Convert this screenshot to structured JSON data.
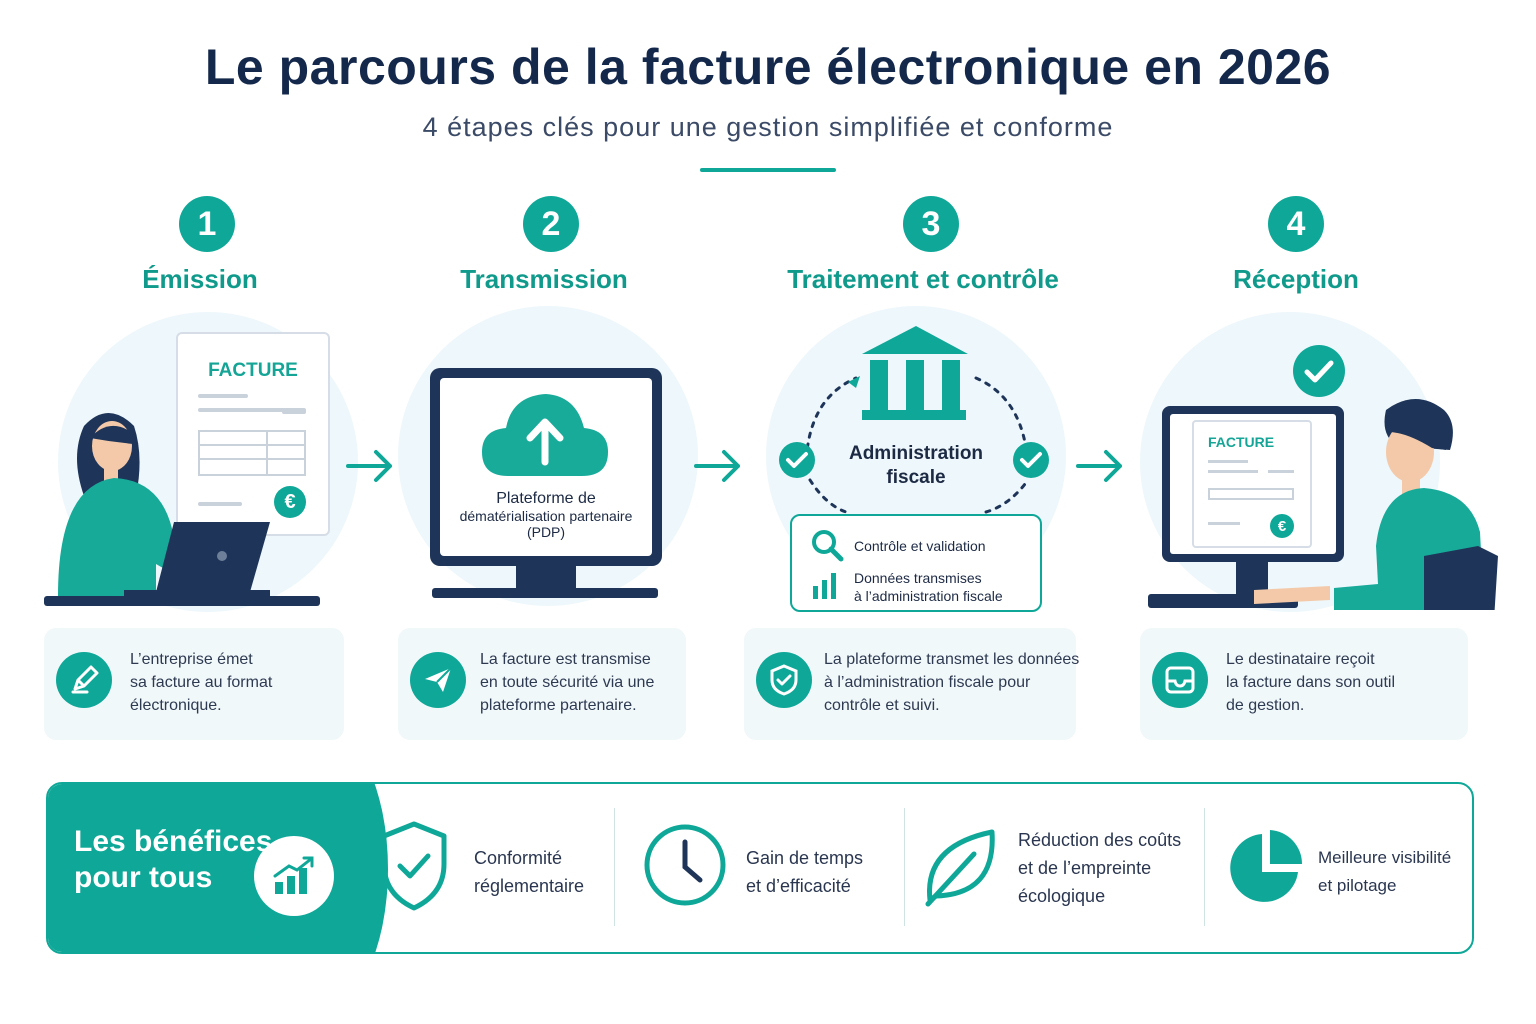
{
  "header": {
    "title": "Le parcours de la facture électronique en 2026",
    "subtitle": "4 étapes clés pour une gestion simplifiée et conforme"
  },
  "steps": [
    {
      "number": "1",
      "title": "Émission",
      "illustration": {
        "doc_title": "FACTURE",
        "currency_badge": "€"
      },
      "desc": [
        "L’entreprise émet",
        "sa facture au format",
        "électronique."
      ],
      "desc_icon": "pencil-icon"
    },
    {
      "number": "2",
      "title": "Transmission",
      "illustration": {
        "screen_lines": [
          "Plateforme de",
          "dématérialisation partenaire",
          "(PDP)"
        ]
      },
      "desc": [
        "La facture est transmise",
        "en toute sécurité via une",
        "plateforme partenaire."
      ],
      "desc_icon": "paper-plane-icon"
    },
    {
      "number": "3",
      "title": "Traitement et contrôle",
      "illustration": {
        "label_lines": [
          "Administration",
          "fiscale"
        ],
        "box_items": [
          "Contrôle et validation",
          "Données transmises",
          "à l’administration fiscale"
        ]
      },
      "desc": [
        "La plateforme transmet les données",
        "à l’administration fiscale pour",
        "contrôle et suivi."
      ],
      "desc_icon": "shield-check-icon"
    },
    {
      "number": "4",
      "title": "Réception",
      "illustration": {
        "doc_title": "FACTURE",
        "currency_badge": "€"
      },
      "desc": [
        "Le destinataire reçoit",
        "la facture dans son outil",
        "de gestion."
      ],
      "desc_icon": "inbox-icon"
    }
  ],
  "benefits": {
    "title_lines": [
      "Les bénéfices",
      "pour tous"
    ],
    "items": [
      {
        "icon": "shield-check-icon",
        "lines": [
          "Conformité",
          "réglementaire"
        ]
      },
      {
        "icon": "clock-icon",
        "lines": [
          "Gain de temps",
          "et d’efficacité"
        ]
      },
      {
        "icon": "leaf-icon",
        "lines": [
          "Réduction des coûts",
          "et de l’empreinte",
          "écologique"
        ]
      },
      {
        "icon": "pie-chart-icon",
        "lines": [
          "Meilleure visibilité",
          "et pilotage"
        ]
      }
    ]
  },
  "colors": {
    "teal": "#0fa898",
    "navy": "#1e3559",
    "halo": "#eef7fb",
    "card": "#f1f8fa"
  }
}
